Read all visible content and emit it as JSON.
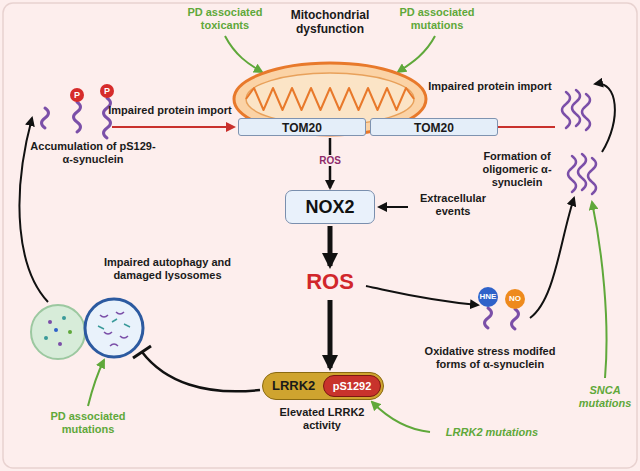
{
  "diagram": {
    "nodes": [
      {
        "text": [
          "Mitochondrial dysfunction"
        ]
      },
      {
        "text": [
          "TOM20"
        ],
        "in": 0
      },
      {
        "text": [
          "TOM20"
        ],
        "in": 0
      },
      {
        "text": [
          "NOX2"
        ]
      },
      {
        "text": [
          "LRRK2"
        ]
      },
      {
        "text": [
          "pS1292"
        ],
        "in": 4
      }
    ],
    "edges": [
      {
        "from": 0,
        "to": 3,
        "arrow": "to",
        "label": "ROS"
      }
    ],
    "labels": [
      "PD associated toxicants",
      "PD associated mutations",
      "Impaired protein import",
      "Impaired protein import",
      "Accumulation of pS129-α-synuclein",
      "Formation of oligomeric α-synuclein",
      "Extracellular events",
      "ROS",
      "Oxidative stress modifed forms of α-synuclein",
      "SNCA mutations",
      "Impaired autophagy and damaged lysosomes",
      "PD associated mutations",
      "Elevated LRRK2 activity",
      "LRRK2 mutations",
      "P",
      "P",
      "HNE",
      "NO"
    ]
  }
}
